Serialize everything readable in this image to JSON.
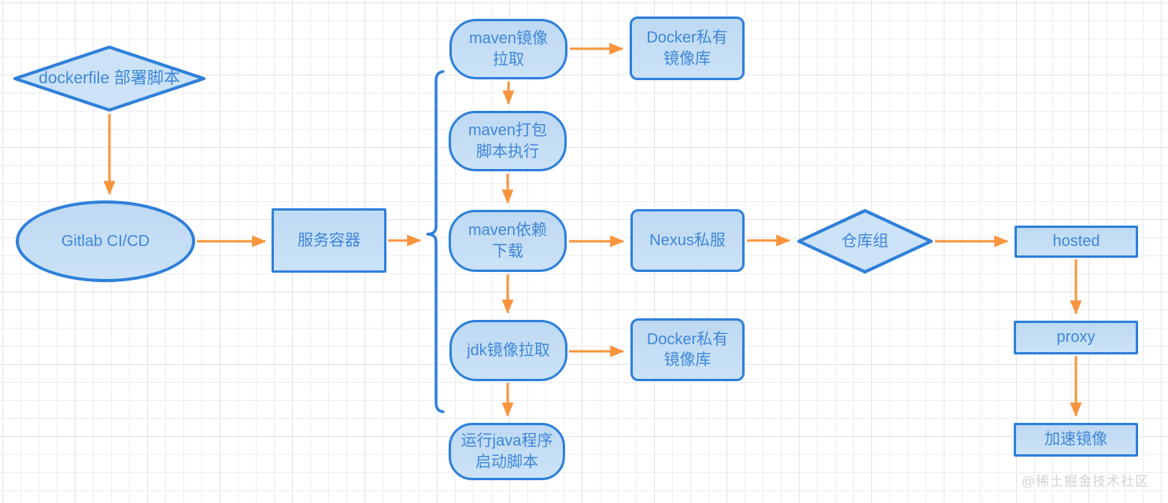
{
  "colors": {
    "shape_border": "#2f80d9",
    "shape_fill_top": "#bed9f3",
    "shape_fill_bottom": "#cbe2f7",
    "text": "#3f87d8",
    "arrow": "#f7943d",
    "watermark": "#d3d3d3",
    "grid_minor": "#ededf1",
    "grid_major": "#e3e3ea"
  },
  "watermark": "@稀土掘金技术社区",
  "nodes": {
    "dockerfile_script": {
      "label": "dockerfile 部署脚本",
      "shape": "diamond"
    },
    "gitlab_cicd": {
      "label": "Gitlab CI/CD",
      "shape": "ellipse"
    },
    "service_container": {
      "label": "服务容器",
      "shape": "rect"
    },
    "maven_image_pull": {
      "label": "maven镜像\n拉取",
      "shape": "stadium"
    },
    "docker_registry_top": {
      "label": "Docker私有\n镜像库",
      "shape": "rounded-rect"
    },
    "maven_package_script": {
      "label": "maven打包\n脚本执行",
      "shape": "stadium"
    },
    "maven_dependency_download": {
      "label": "maven依赖\n下载",
      "shape": "stadium"
    },
    "nexus_private_server": {
      "label": "Nexus私服",
      "shape": "rounded-rect"
    },
    "repo_group": {
      "label": "仓库组",
      "shape": "diamond"
    },
    "hosted": {
      "label": "hosted",
      "shape": "rect"
    },
    "proxy": {
      "label": "proxy",
      "shape": "rect"
    },
    "accelerated_mirror": {
      "label": "加速镜像",
      "shape": "rect"
    },
    "jdk_image_pull": {
      "label": "jdk镜像拉取",
      "shape": "stadium"
    },
    "docker_registry_bottom": {
      "label": "Docker私有\n镜像库",
      "shape": "rounded-rect"
    },
    "run_java_script": {
      "label": "运行java程序\n启动脚本",
      "shape": "stadium"
    }
  },
  "edges": [
    {
      "from": "dockerfile_script",
      "to": "gitlab_cicd"
    },
    {
      "from": "gitlab_cicd",
      "to": "service_container"
    },
    {
      "from": "service_container",
      "to": "pipeline_group_brace"
    },
    {
      "from": "maven_image_pull",
      "to": "docker_registry_top"
    },
    {
      "from": "maven_image_pull",
      "to": "maven_package_script"
    },
    {
      "from": "maven_package_script",
      "to": "maven_dependency_download"
    },
    {
      "from": "maven_dependency_download",
      "to": "nexus_private_server"
    },
    {
      "from": "maven_dependency_download",
      "to": "jdk_image_pull"
    },
    {
      "from": "nexus_private_server",
      "to": "repo_group"
    },
    {
      "from": "repo_group",
      "to": "hosted"
    },
    {
      "from": "hosted",
      "to": "proxy"
    },
    {
      "from": "proxy",
      "to": "accelerated_mirror"
    },
    {
      "from": "jdk_image_pull",
      "to": "docker_registry_bottom"
    },
    {
      "from": "jdk_image_pull",
      "to": "run_java_script"
    }
  ]
}
